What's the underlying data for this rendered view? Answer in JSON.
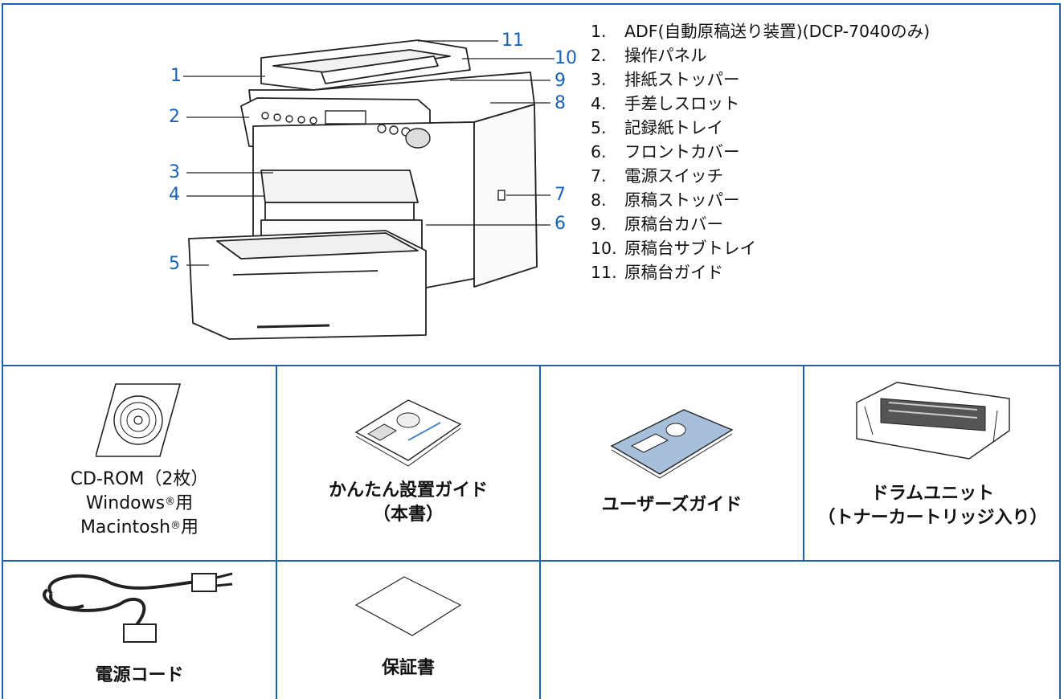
{
  "parts": {
    "callouts": [
      "1",
      "2",
      "3",
      "4",
      "5",
      "6",
      "7",
      "8",
      "9",
      "10",
      "11"
    ],
    "items": [
      {
        "num": "1.",
        "label": "ADF(自動原稿送り装置)(DCP-7040のみ)"
      },
      {
        "num": "2.",
        "label": "操作パネル"
      },
      {
        "num": "3.",
        "label": "排紙ストッパー"
      },
      {
        "num": "4.",
        "label": "手差しスロット"
      },
      {
        "num": "5.",
        "label": "記録紙トレイ"
      },
      {
        "num": "6.",
        "label": "フロントカバー"
      },
      {
        "num": "7.",
        "label": "電源スイッチ"
      },
      {
        "num": "8.",
        "label": "原稿ストッパー"
      },
      {
        "num": "9.",
        "label": "原稿台カバー"
      },
      {
        "num": "10.",
        "label": "原稿台サブトレイ"
      },
      {
        "num": "11.",
        "label": "原稿台ガイド"
      }
    ]
  },
  "contents": {
    "cd": {
      "line1": "CD-ROM（2枚）",
      "line2a": "Windows",
      "line2b": "用",
      "line3a": "Macintosh",
      "line3b": "用",
      "reg": "®"
    },
    "quick_guide": {
      "line1": "かんたん設置ガイド",
      "line2": "（本書）"
    },
    "user_guide": {
      "line1": "ユーザーズガイド"
    },
    "drum": {
      "line1": "ドラムユニット",
      "line2": "（トナーカートリッジ入り）"
    },
    "power_cord": {
      "line1": "電源コード"
    },
    "warranty": {
      "line1": "保証書"
    }
  },
  "colors": {
    "border": "#1a63b4",
    "callout": "#1a63b4"
  }
}
